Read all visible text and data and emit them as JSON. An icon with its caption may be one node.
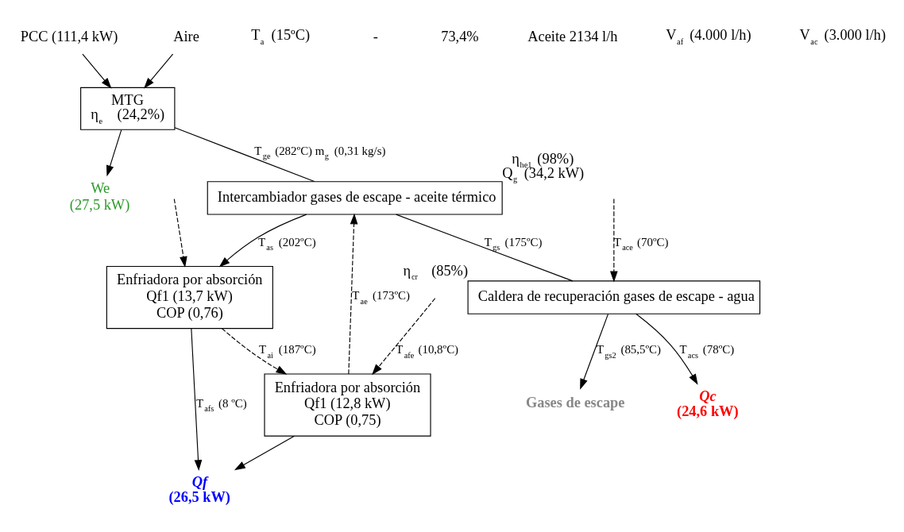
{
  "diagram": {
    "nodes": [
      {
        "text": [
          "PCC (111,4 kW)"
        ]
      },
      {
        "text": [
          "Aire"
        ]
      },
      {
        "text": [
          "MTG",
          "η$_{e}$  (24,2%)"
        ]
      },
      {
        "text": [
          "We",
          "(27,5 kW)"
        ]
      },
      {
        "text": [
          "Intercambiador gases de escape - aceite térmico"
        ],
        "beside": [
          "η$_{he1}$ (98%)",
          "Q$_{g}$ (34,2 kW)"
        ]
      },
      {
        "text": [
          "Enfriadora por absorción",
          "Qf1 (13,7 kW)",
          "COP (0,76)"
        ]
      },
      {
        "text": [
          "Enfriadora por absorción",
          "Qf1 (12,8 kW)",
          "COP (0,75)"
        ]
      },
      {
        "text": [
          "Qf",
          "(26,5 kW)"
        ]
      },
      {
        "text": [
          "Caldera de recuperación gases de escape - agua"
        ],
        "beside": [
          "η$_{cr}$  (85%)"
        ]
      },
      {
        "text": [
          "Gases de escape"
        ]
      },
      {
        "text": [
          "Qc",
          "(24,6 kW)"
        ]
      }
    ],
    "edges": [
      {
        "from": 0,
        "to": 2,
        "arrow": "to"
      },
      {
        "from": 1,
        "to": 2,
        "arrow": "to"
      },
      {
        "from": 2,
        "to": 3,
        "arrow": "to"
      },
      {
        "from": 2,
        "to": 4,
        "arrow": "none",
        "label": "T$_{ge}$ (282ºC) m$_{g}$ (0,31 kg/s)"
      },
      {
        "from": 4,
        "to": 5,
        "arrow": "to",
        "label": "T$_{as}$ (202ºC)"
      },
      {
        "from": 5,
        "to": 6,
        "arrow": "to",
        "style": "dashed",
        "label": "T$_{ai}$ (187ºC)"
      },
      {
        "from": 6,
        "to": 4,
        "arrow": "to",
        "style": "dashed",
        "label": "T$_{ae}$ (173ºC)"
      },
      {
        "from": 5,
        "to": 7,
        "arrow": "to",
        "label": "T$_{afs}$ (8 ºC)"
      },
      {
        "from": 6,
        "to": 7,
        "arrow": "to"
      },
      {
        "from": null,
        "to": 5,
        "arrow": "to",
        "style": "dashed"
      },
      {
        "from": null,
        "to": 6,
        "arrow": "to",
        "style": "dashed",
        "label": "T$_{afe}$ (10,8ºC)"
      },
      {
        "from": 4,
        "to": 8,
        "arrow": "none",
        "label": "T$_{gs}$ (175ºC)"
      },
      {
        "from": 8,
        "to": 9,
        "arrow": "to",
        "label": "T$_{gs2}$ (85,5ºC)"
      },
      {
        "from": 8,
        "to": 10,
        "arrow": "to",
        "label": "T$_{acs}$ (78ºC)"
      },
      {
        "from": null,
        "to": 8,
        "arrow": "to",
        "style": "dashed",
        "label": "T$_{ace}$ (70ºC)"
      }
    ],
    "labels": [
      "T$_{a}$ (15ºC)",
      "-",
      "73,4%",
      "Aceite 2134 l/h",
      "V$_{af}$ (4.000 l/h)",
      "V$_{ac}$ (3.000 l/h)"
    ]
  }
}
